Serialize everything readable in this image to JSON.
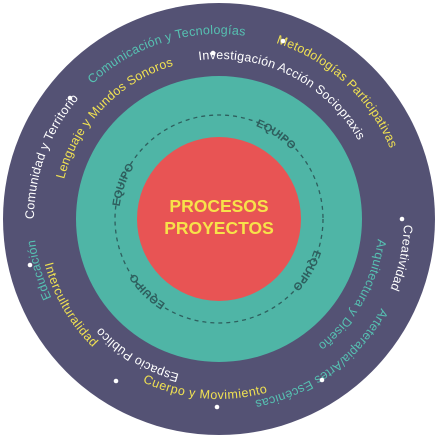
{
  "colors": {
    "outer_ring": "#545274",
    "teal_ring": "#4fb5a6",
    "core": "#e85454",
    "core_text": "#f7e24a",
    "white_text": "#ffffff",
    "yellow_text": "#f1e252",
    "teal_text": "#56c1b2",
    "dash": "#2e5f5e"
  },
  "center": {
    "line1": "PROCESOS",
    "line2": "PROYECTOS"
  },
  "equipo_labels": [
    "EQUIPO",
    "EQUIPO",
    "EQUIPO",
    "EQUIPO"
  ],
  "outer_ring_labels": [
    {
      "text": "Comunicación y Tecnologías",
      "color": "teal"
    },
    {
      "text": "Metodologías Participativas",
      "color": "yellow"
    },
    {
      "text": "Creatividad",
      "color": "white"
    },
    {
      "text": "Arquitectura y Diseño",
      "color": "teal"
    },
    {
      "text": "Arteterapia/Artes Escénicas",
      "color": "teal"
    },
    {
      "text": "Cuerpo y Movimiento",
      "color": "yellow"
    },
    {
      "text": "Interculturalidad",
      "color": "yellow"
    },
    {
      "text": "Educación",
      "color": "teal"
    },
    {
      "text": "Espacio Público",
      "color": "white"
    },
    {
      "text": "Comunidad y Territorio",
      "color": "white"
    },
    {
      "text": "Lenguaje y Mundos Sonoros",
      "color": "yellow"
    },
    {
      "text": "Investigación Acción Sociopraxis",
      "color": "white"
    }
  ]
}
